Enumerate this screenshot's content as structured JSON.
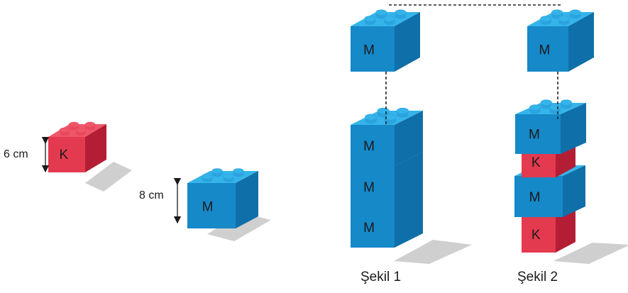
{
  "colors": {
    "blue_front": "#1689C9",
    "blue_side": "#0F6FA8",
    "blue_top": "#35B4EA",
    "blue_stud": "#2BA3DE",
    "red_front": "#E43A4F",
    "red_side": "#B41E34",
    "red_top": "#F0566A",
    "red_stud": "#E8485C",
    "shadow": "#CFCFCF",
    "dashed_line": "#222222"
  },
  "bricks": {
    "k_label": "K",
    "m_label": "M"
  },
  "dimensions": {
    "k_height": "6 cm",
    "m_height": "8 cm"
  },
  "figures": {
    "figure1_caption": "Şekil 1",
    "figure2_caption": "Şekil 2"
  }
}
